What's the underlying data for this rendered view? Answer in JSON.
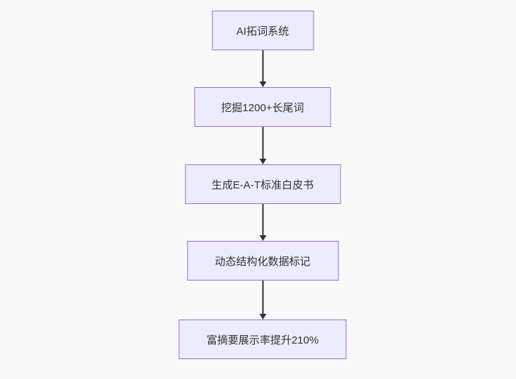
{
  "flowchart": {
    "type": "flowchart",
    "direction": "top-down",
    "nodes": [
      {
        "label": "AI拓词系统"
      },
      {
        "label": "挖掘1200+长尾词"
      },
      {
        "label": "生成E-A-T标准白皮书"
      },
      {
        "label": "动态结构化数据标记"
      },
      {
        "label": "富摘要展示率提升210%"
      }
    ],
    "edges": [
      {
        "from": "AI拓词系统",
        "to": "挖掘1200+长尾词",
        "style": "arrow-down"
      },
      {
        "from": "挖掘1200+长尾词",
        "to": "生成E-A-T标准白皮书",
        "style": "arrow-down"
      },
      {
        "from": "生成E-A-T标准白皮书",
        "to": "动态结构化数据标记",
        "style": "arrow-down"
      },
      {
        "from": "动态结构化数据标记",
        "to": "富摘要展示率提升210%",
        "style": "arrow-down"
      }
    ],
    "colors": {
      "node_fill": "#ECECFF",
      "node_border": "#9370DB",
      "edge": "#333333",
      "text": "#333333",
      "background": "#f9f9f9"
    }
  }
}
